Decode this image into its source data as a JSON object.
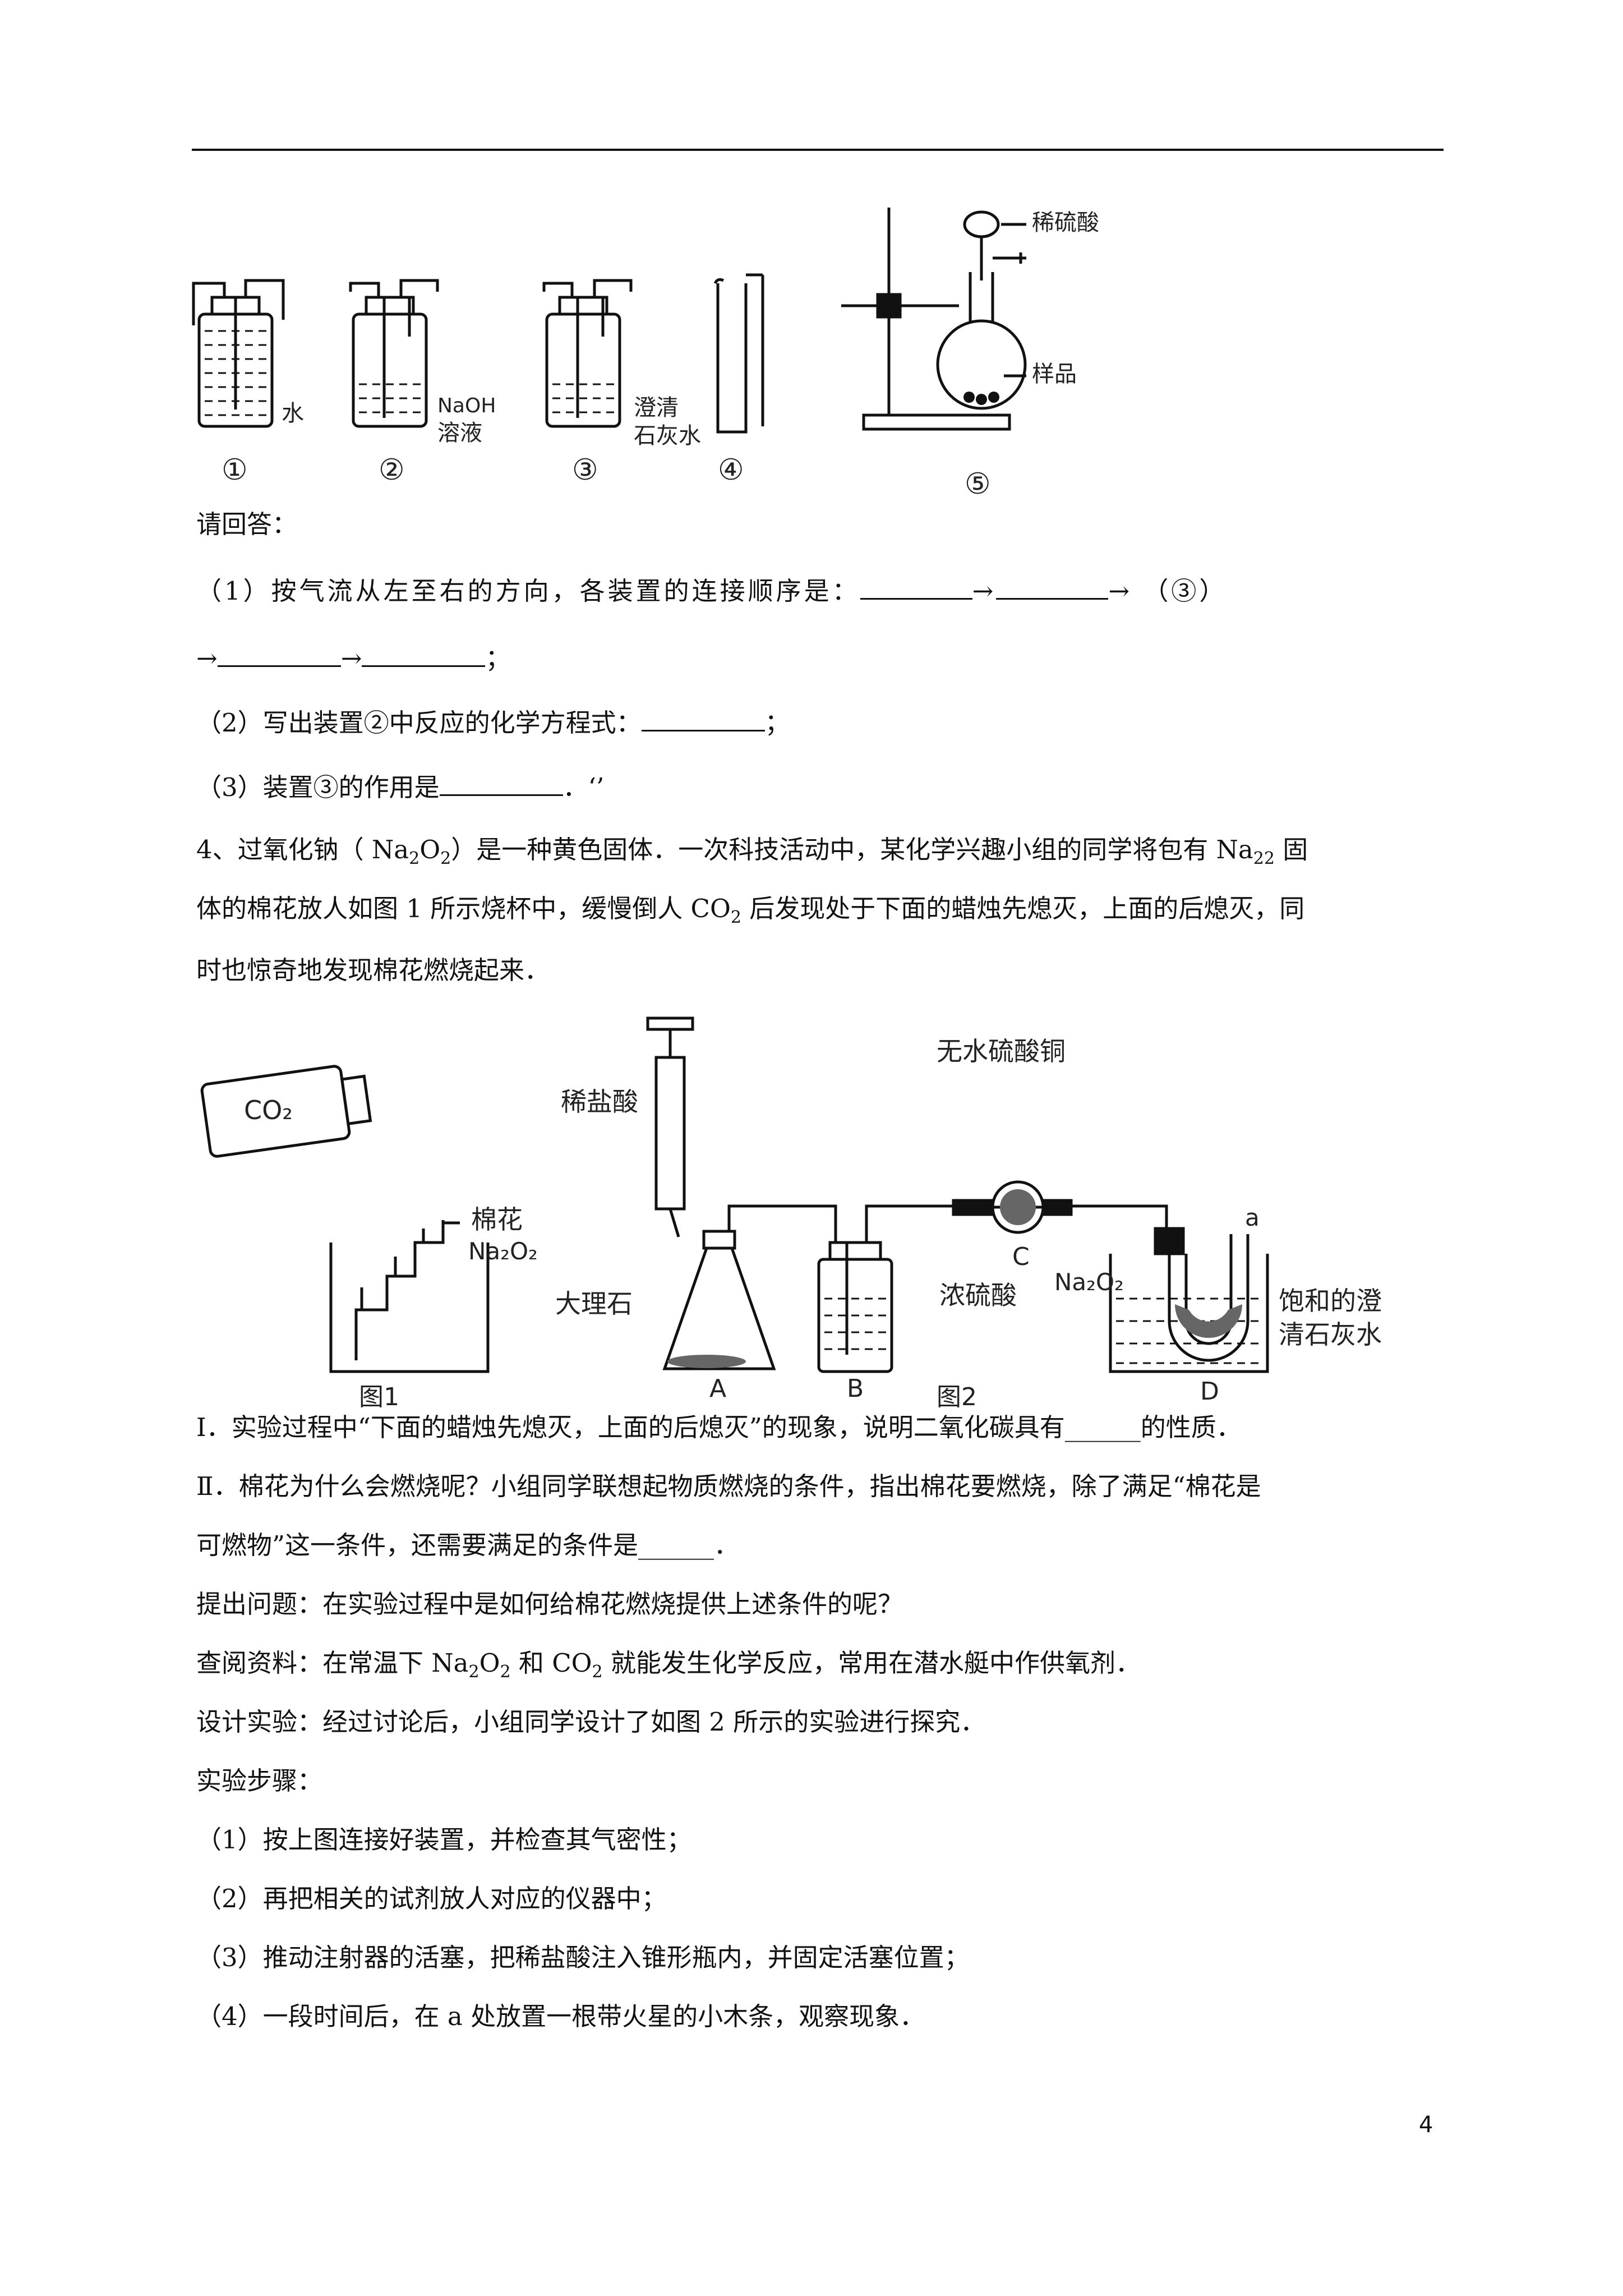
{
  "figure1": {
    "labels": {
      "water": "水",
      "naoh": "NaOH",
      "naoh_solution": "溶液",
      "limewater_1": "澄清",
      "limewater_2": "石灰水",
      "dilute_sulfuric": "稀硫酸",
      "sample": "样品"
    },
    "numbers": [
      "①",
      "②",
      "③",
      "④",
      "⑤"
    ]
  },
  "q3": {
    "prompt": "请回答：",
    "item1_a": "（1）按气流从左至右的方向，各装置的连接顺序是：",
    "arrow": "→",
    "item1_mid": "（③）",
    "item1_end": "；",
    "item2_a": "（2）写出装置②中反应的化学方程式：",
    "item2_end": "；",
    "item3_a": "（3）装置③的作用是",
    "item3_end": "．‘’"
  },
  "q4": {
    "intro_1a": "4、过氧化钠（  Na",
    "intro_1b": "2",
    "intro_1c": "O",
    "intro_1d": "2",
    "intro_1e": "）是一种黄色固体．一次科技活动中，某化学兴趣小组的同学将包有 Na",
    "intro_1f": "22",
    "intro_1g": " 固",
    "intro_2a": "体的棉花放人如图 1 所示烧杯中，缓慢倒人 CO",
    "intro_2b": "2",
    "intro_2c": " 后发现处于下面的蜡烛先熄灭，上面的后熄灭，同",
    "intro_3": "时也惊奇地发现棉花燃烧起来．"
  },
  "figure2": {
    "co2": "CO₂",
    "cotton": "棉花",
    "na2o2_cotton": "Na₂O₂",
    "fig1_caption": "图1",
    "dilute_hcl": "稀盐酸",
    "marble": "大理石",
    "anhydrous_cuso4": "无水硫酸铜",
    "conc_h2so4": "浓硫酸",
    "na2o2": "Na₂O₂",
    "sat_limewater_1": "饱和的澄",
    "sat_limewater_2": "清石灰水",
    "label_a": "a",
    "A": "A",
    "B": "B",
    "C": "C",
    "D": "D",
    "fig2_caption": "图2"
  },
  "body": {
    "line_I": "I．实验过程中“下面的蜡烛先熄灭，上面的后熄灭”的现象，说明二氧化碳具有______的性质．",
    "line_II_1": "Ⅱ．棉花为什么会燃烧呢？小组同学联想起物质燃烧的条件，指出棉花要燃烧，除了满足“棉花是",
    "line_II_2": "可燃物”这一条件，还需要满足的条件是______．",
    "question": "提出问题：在实验过程中是如何给棉花燃烧提供上述条件的呢？",
    "ref_a": "查阅资料：在常温下 Na",
    "ref_b": "2",
    "ref_c": "O",
    "ref_d": "2",
    "ref_e": " 和 CO",
    "ref_f": "2",
    "ref_g": " 就能发生化学反应，常用在潜水艇中作供氧剂．",
    "design": "设计实验：经过讨论后，小组同学设计了如图 2 所示的实验进行探究．",
    "steps_title": "实验步骤：",
    "step1": "（1）按上图连接好装置，并检查其气密性；",
    "step2": "（2）再把相关的试剂放人对应的仪器中；",
    "step3": "（3）推动注射器的活塞，把稀盐酸注入锥形瓶内，并固定活塞位置；",
    "step4": "（4）一段时间后，在 a 处放置一根带火星的小木条，观察现象．"
  },
  "page_number": "4"
}
